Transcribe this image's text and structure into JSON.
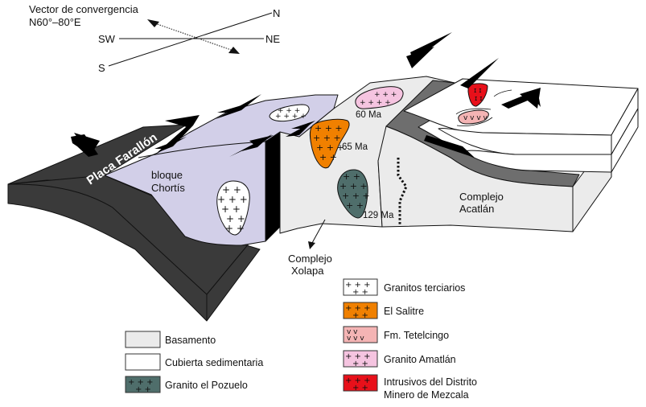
{
  "compass": {
    "vector_label_line1": "Vector de convergencia",
    "vector_label_line2": "N60°–80°E",
    "north": "N",
    "south": "S",
    "southwest": "SW",
    "northeast": "NE"
  },
  "labels": {
    "placa_farallon": "Placa Farallón",
    "bloque_line1": "bloque",
    "bloque_line2": "Chortís",
    "age_60": "60 Ma",
    "age_65": "65 Ma",
    "age_129": "129 Ma",
    "xolapa_line1": "Complejo",
    "xolapa_line2": "Xolapa",
    "acatlan_line1": "Complejo",
    "acatlan_line2": "Acatlán"
  },
  "colors": {
    "plate_dark": "#3a3a3a",
    "chortis_lavender": "#d2cfe8",
    "basement_gray": "#ebebeb",
    "acatlan_band": "#6e6e6e",
    "el_salitre_orange": "#f08000",
    "granito_pozuelo": "#4f6e6b",
    "granito_amatlan_pink": "#f5c4e0",
    "tetelcingo_pink": "#f4b4b4",
    "mezcala_red": "#e8101a",
    "white": "#ffffff"
  },
  "legend_left": [
    {
      "label": "Basamento",
      "swatch": "basement"
    },
    {
      "label": "Cubierta sedimentaria",
      "swatch": "cover"
    },
    {
      "label": "Granito el Pozuelo",
      "swatch": "pozuelo"
    }
  ],
  "legend_right": [
    {
      "label": "Granitos terciarios",
      "swatch": "terciarios"
    },
    {
      "label": "El Salitre",
      "swatch": "salitre"
    },
    {
      "label": "Fm. Tetelcingo",
      "swatch": "tetelcingo"
    },
    {
      "label": "Granito Amatlán",
      "swatch": "amatlan"
    },
    {
      "label": "Intrusivos del Distrito",
      "label_line2": "Minero de Mezcala",
      "swatch": "mezcala"
    }
  ]
}
